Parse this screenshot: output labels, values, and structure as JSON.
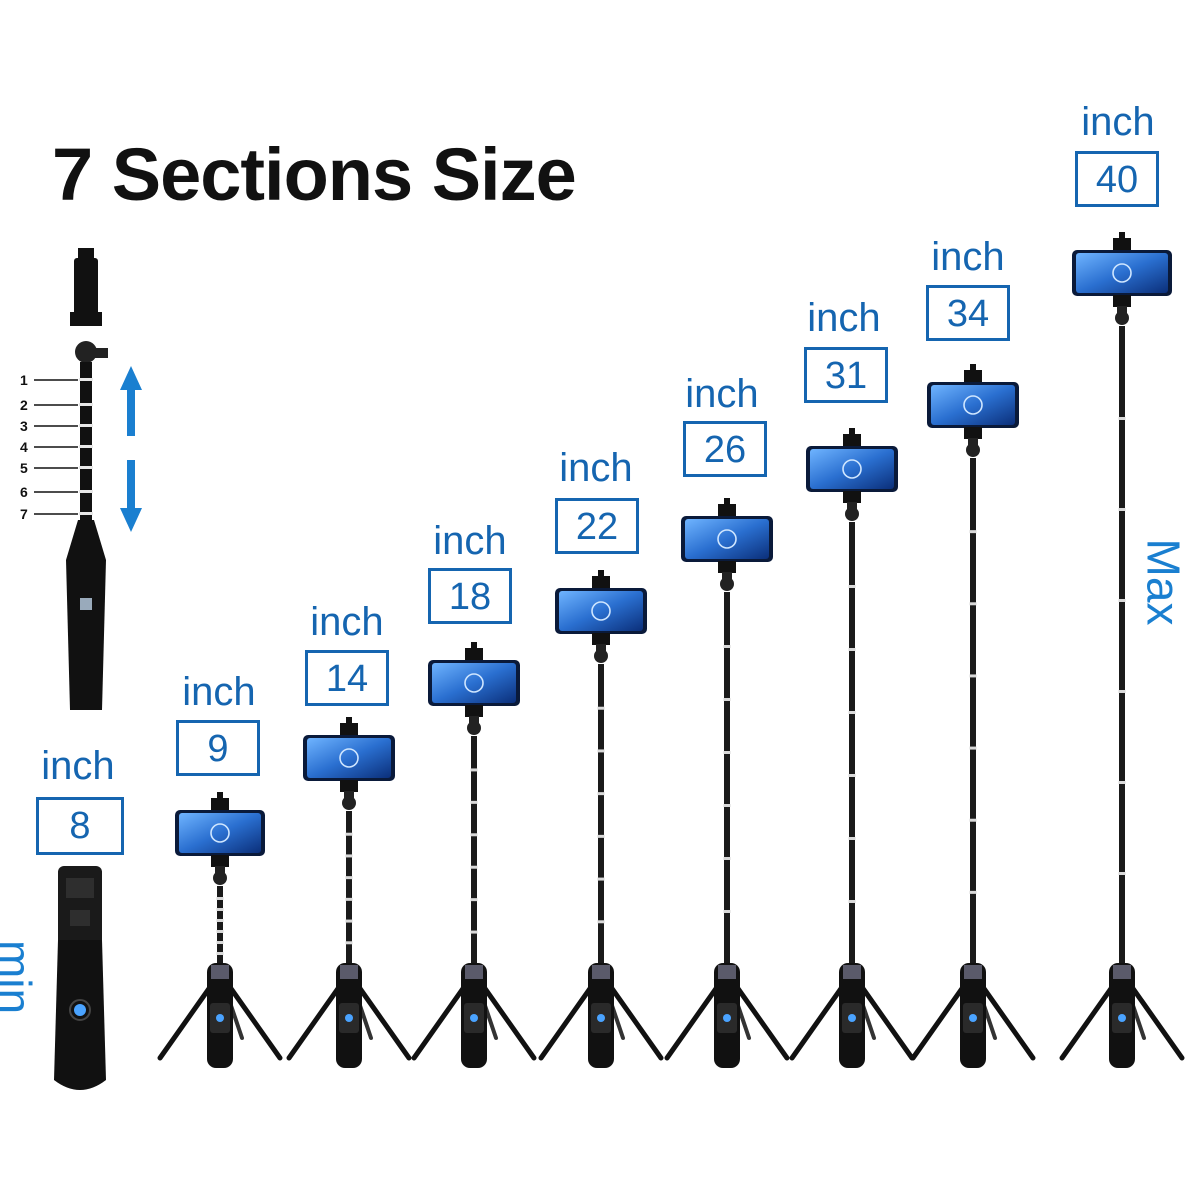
{
  "title": "7 Sections Size",
  "unit_label": "inch",
  "min_label": "min",
  "max_label": "Max",
  "section_numbers": [
    "1",
    "2",
    "3",
    "4",
    "5",
    "6",
    "7"
  ],
  "sizes": [
    {
      "value": "8",
      "inches": 8,
      "state": "folded"
    },
    {
      "value": "9",
      "inches": 9
    },
    {
      "value": "14",
      "inches": 14
    },
    {
      "value": "18",
      "inches": 18
    },
    {
      "value": "22",
      "inches": 22
    },
    {
      "value": "26",
      "inches": 26
    },
    {
      "value": "31",
      "inches": 31
    },
    {
      "value": "34",
      "inches": 34
    },
    {
      "value": "40",
      "inches": 40
    }
  ],
  "colors": {
    "label_blue": "#1565b0",
    "accent_blue": "#1a7fd0",
    "stick_black": "#111111",
    "phone_screen": "#2a6fd0"
  },
  "icons": [
    "up-arrow-icon",
    "down-arrow-icon",
    "phone-icon",
    "tripod-icon"
  ]
}
